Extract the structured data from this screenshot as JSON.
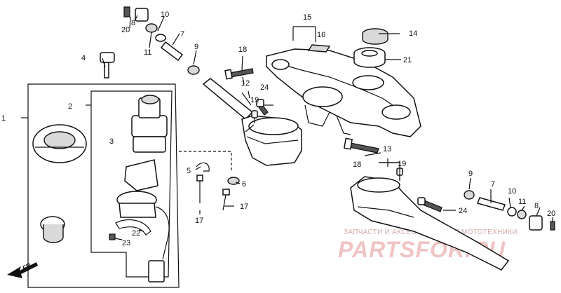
{
  "callouts": {
    "c1": "1",
    "c2": "2",
    "c3": "3",
    "c4": "4",
    "c5": "5",
    "c6": "6",
    "c7a": "7",
    "c7b": "7",
    "c8a": "8",
    "c8b": "8",
    "c9a": "9",
    "c9b": "9",
    "c10a": "10",
    "c10b": "10",
    "c11a": "11",
    "c11b": "11",
    "c12": "12",
    "c13": "13",
    "c14": "14",
    "c15": "15",
    "c16": "16",
    "c17a": "17",
    "c17b": "17",
    "c18a": "18",
    "c18b": "18",
    "c19a": "19",
    "c19b": "19",
    "c20a": "20",
    "c20b": "20",
    "c21": "21",
    "c22": "22",
    "c23": "23",
    "c24a": "24",
    "c24b": "24"
  },
  "direction_label": "FR.",
  "watermark": {
    "caption": "ЗАПЧАСТИ И АКСЕССУАРЫ ДЛЯ МОТОТЕХНИКИ",
    "logo": "PARTSFOR.RU"
  }
}
